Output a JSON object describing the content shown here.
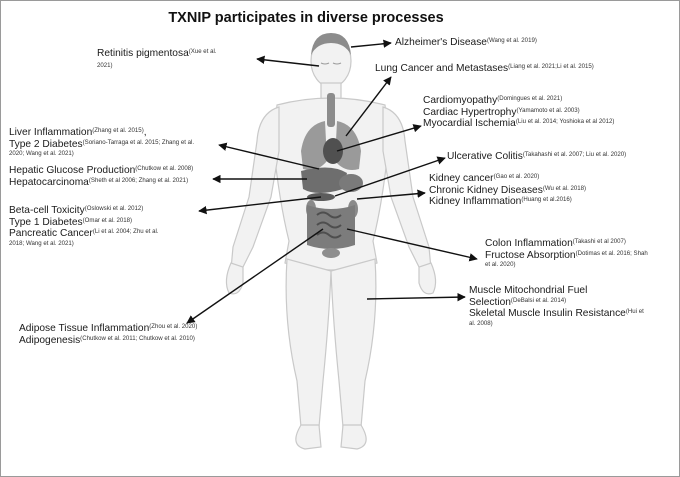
{
  "title": "TXNIP participates in diverse processes",
  "labels": {
    "retinitis": {
      "name": "Retinitis pigmentosa",
      "cite": "(Xue et al.",
      "cite2": "2021)"
    },
    "alzheimer": {
      "name": "Alzheimer's Disease",
      "cite": "(Wang et al. 2019)"
    },
    "lung": {
      "name": "Lung Cancer and Metastases",
      "cite": "(Liang et al. 2021;Li et al. 2015)"
    },
    "cardio": {
      "l1": "Cardiomyopathy",
      "c1": "(Domingues et al. 2021)",
      "l2": "Cardiac Hypertrophy",
      "c2": "(Yamamoto et al. 2003)",
      "l3": "Myocardial Ischemia",
      "c3": "(Liu et al. 2014; Yoshioka et al 2012)"
    },
    "liver": {
      "l1": "Liver Inflammation",
      "c1": "(Zhang et al. 2015)",
      "comma": ",",
      "l2": "Type 2 Diabetes",
      "c2": "(Soriano-Tarraga et al. 2015; Zhang et al.",
      "c2b": "2020; Wang et al. 2021)"
    },
    "hepatic": {
      "l1": "Hepatic Glucose Production",
      "c1": "(Chutkow et al. 2008)",
      "l2": "Hepatocarcinoma",
      "c2": "(Sheth et al 2006; Zhang et al. 2021)"
    },
    "colitis": {
      "name": "Ulcerative Colitis",
      "cite": "(Takahashi et al. 2007; Liu et al. 2020)"
    },
    "kidney": {
      "l1": "Kidney cancer",
      "c1": "(Gao et al. 2020)",
      "l2": "Chronic Kidney Diseases",
      "c2": "(Wu et al. 2018)",
      "l3": "Kidney Inflammation",
      "c3": "(Huang et al.2016)"
    },
    "beta": {
      "l1": "Beta-cell Toxicity",
      "c1": "(Oslowski et al. 2012)",
      "l2": "Type 1 Diabetes",
      "c2": "(Omar et al. 2018)",
      "l3": "Pancreatic Cancer",
      "c3": "(Li et al. 2004; Zhu et al.",
      "c3b": "2018; Wang et al. 2021)"
    },
    "colon": {
      "l1": "Colon Inflammation",
      "c1": "(Takashi et al 2007)",
      "l2": "Fructose Absorption",
      "c2": "(Dotimas et al. 2016; Shah",
      "c2b": "et al. 2020)"
    },
    "muscle": {
      "l1": "Muscle Mitochondrial Fuel",
      "l2": "Selection",
      "c2": "(DeBalsi et al. 2014)",
      "l3": "Skeletal Muscle Insulin Resistance",
      "c3": "(Hui et",
      "c3b": "al. 2008)"
    },
    "adipose": {
      "l1": "Adipose Tissue Inflammation",
      "c1": "(Zhou et al. 2020)",
      "l2": "Adipogenesis",
      "c2": "(Chutkow et al. 2011; Chutkow et al. 2010)"
    }
  }
}
